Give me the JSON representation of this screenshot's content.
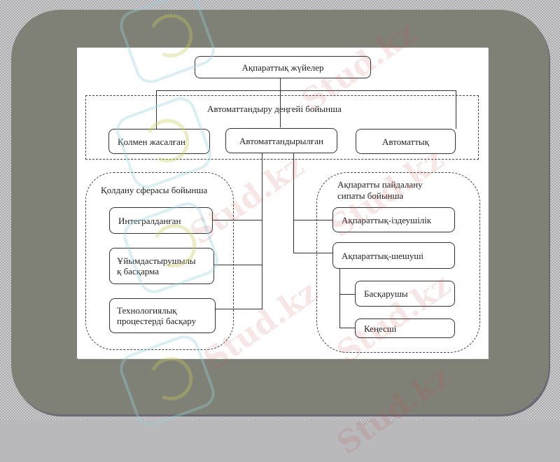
{
  "diagram": {
    "root": "Ақпараттық жүйелер",
    "automation_section": {
      "title": "Автоматтандыру деңгейі бойынша",
      "nodes": [
        "Қолмен жасалған",
        "Автоматтандырылған",
        "Автоматтық"
      ]
    },
    "application_section": {
      "title": "Қолдану сферасы бойынша",
      "nodes": [
        {
          "line1": "Интегралданған",
          "line2": ""
        },
        {
          "line1": "Ұйымдастырушылы",
          "line2": "қ басқарма"
        },
        {
          "line1": "Технологиялық",
          "line2": "процестерді басқару"
        }
      ]
    },
    "usage_section": {
      "title_line1": "Ақпаратты пайдалану",
      "title_line2": "сипаты бойынша",
      "nodes": [
        "Ақпараттық-іздеушілік",
        "Ақпараттық-шешуші"
      ],
      "sub_nodes": [
        "Басқарушы",
        "Кеңесші"
      ]
    }
  },
  "watermark": {
    "text": "Stud.kz"
  },
  "colors": {
    "slide_background": "#7f8177",
    "card": "#ffffff",
    "line": "#333333",
    "watermark": "#c85050"
  }
}
